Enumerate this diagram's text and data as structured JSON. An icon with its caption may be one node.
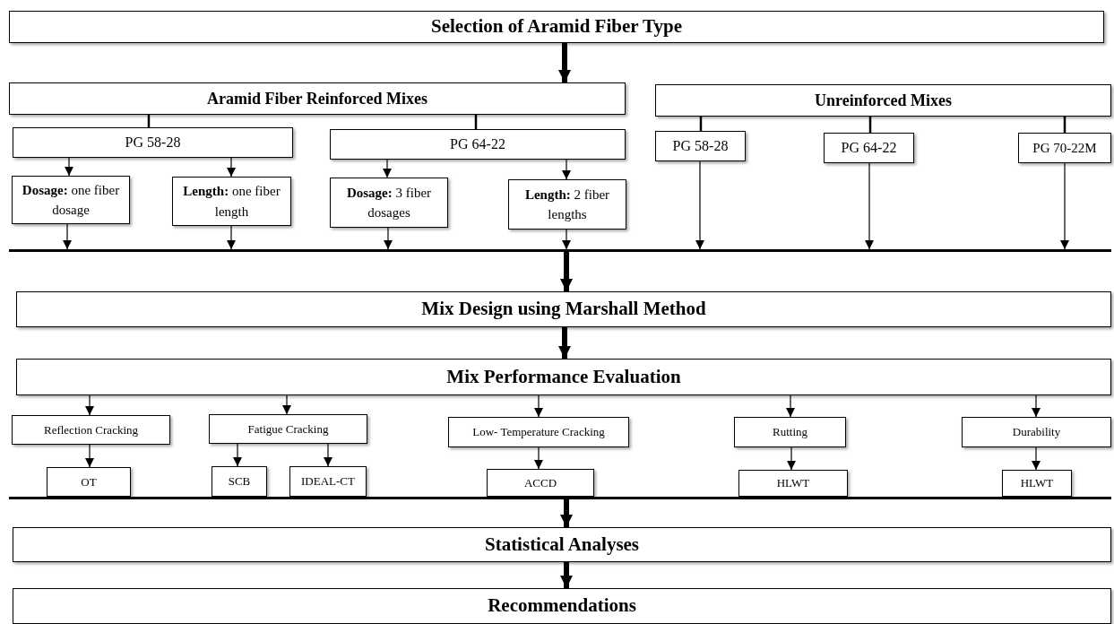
{
  "diagram": {
    "nodes": [
      {
        "text": [
          "Selection of Aramid Fiber Type"
        ]
      },
      {
        "text": [
          "Aramid Fiber Reinforced Mixes"
        ]
      },
      {
        "text": [
          "Unreinforced Mixes"
        ]
      },
      {
        "text": [
          "PG 58-28"
        ]
      },
      {
        "text": [
          "PG 64-22"
        ]
      },
      {
        "text": [
          "PG 58-28"
        ]
      },
      {
        "text": [
          "PG 64-22"
        ]
      },
      {
        "text": [
          "PG 70-22M"
        ]
      },
      {
        "text": [
          "**Dosage:** one fiber dosage"
        ]
      },
      {
        "text": [
          "**Length:** one fiber length"
        ]
      },
      {
        "text": [
          "**Dosage:** 3 fiber dosages"
        ]
      },
      {
        "text": [
          "**Length:** 2 fiber lengths"
        ]
      },
      {
        "text": [],
        "shape": "bar"
      },
      {
        "text": [
          "Mix Design using Marshall Method"
        ]
      },
      {
        "text": [
          "Mix Performance Evaluation"
        ]
      },
      {
        "text": [
          "Reflection Cracking"
        ]
      },
      {
        "text": [
          "Fatigue Cracking"
        ]
      },
      {
        "text": [
          "Low- Temperature Cracking"
        ]
      },
      {
        "text": [
          "Rutting"
        ]
      },
      {
        "text": [
          "Durability"
        ]
      },
      {
        "text": [
          "OT"
        ]
      },
      {
        "text": [
          "SCB"
        ]
      },
      {
        "text": [
          "IDEAL-CT"
        ]
      },
      {
        "text": [
          "ACCD"
        ]
      },
      {
        "text": [
          "HLWT"
        ]
      },
      {
        "text": [
          "HLWT"
        ]
      },
      {
        "text": [],
        "shape": "bar"
      },
      {
        "text": [
          "Statistical Analyses"
        ]
      },
      {
        "text": [
          "Recommendations"
        ]
      }
    ],
    "edges": [
      {
        "from": 0,
        "to": 1,
        "arrow": "to",
        "style": "thick"
      },
      {
        "from": 1,
        "to": 3,
        "arrow": "none"
      },
      {
        "from": 1,
        "to": 4,
        "arrow": "none"
      },
      {
        "from": 2,
        "to": 5,
        "arrow": "none"
      },
      {
        "from": 2,
        "to": 6,
        "arrow": "none"
      },
      {
        "from": 2,
        "to": 7,
        "arrow": "none"
      },
      {
        "from": 3,
        "to": 8,
        "arrow": "to"
      },
      {
        "from": 3,
        "to": 9,
        "arrow": "to"
      },
      {
        "from": 4,
        "to": 10,
        "arrow": "to"
      },
      {
        "from": 4,
        "to": 11,
        "arrow": "to"
      },
      {
        "from": 8,
        "to": 12,
        "arrow": "to"
      },
      {
        "from": 9,
        "to": 12,
        "arrow": "to"
      },
      {
        "from": 10,
        "to": 12,
        "arrow": "to"
      },
      {
        "from": 11,
        "to": 12,
        "arrow": "to"
      },
      {
        "from": 5,
        "to": 12,
        "arrow": "to"
      },
      {
        "from": 6,
        "to": 12,
        "arrow": "to"
      },
      {
        "from": 7,
        "to": 12,
        "arrow": "to"
      },
      {
        "from": 12,
        "to": 13,
        "arrow": "to",
        "style": "thick"
      },
      {
        "from": 13,
        "to": 14,
        "arrow": "to",
        "style": "thick"
      },
      {
        "from": 14,
        "to": 15,
        "arrow": "to"
      },
      {
        "from": 14,
        "to": 16,
        "arrow": "to"
      },
      {
        "from": 14,
        "to": 17,
        "arrow": "to"
      },
      {
        "from": 14,
        "to": 18,
        "arrow": "to"
      },
      {
        "from": 14,
        "to": 19,
        "arrow": "to"
      },
      {
        "from": 15,
        "to": 20,
        "arrow": "to"
      },
      {
        "from": 16,
        "to": 21,
        "arrow": "to"
      },
      {
        "from": 16,
        "to": 22,
        "arrow": "to"
      },
      {
        "from": 17,
        "to": 23,
        "arrow": "to"
      },
      {
        "from": 18,
        "to": 24,
        "arrow": "to"
      },
      {
        "from": 19,
        "to": 25,
        "arrow": "to"
      },
      {
        "from": 26,
        "to": 27,
        "arrow": "to",
        "style": "thick"
      },
      {
        "from": 27,
        "to": 28,
        "arrow": "to",
        "style": "thick"
      }
    ]
  }
}
